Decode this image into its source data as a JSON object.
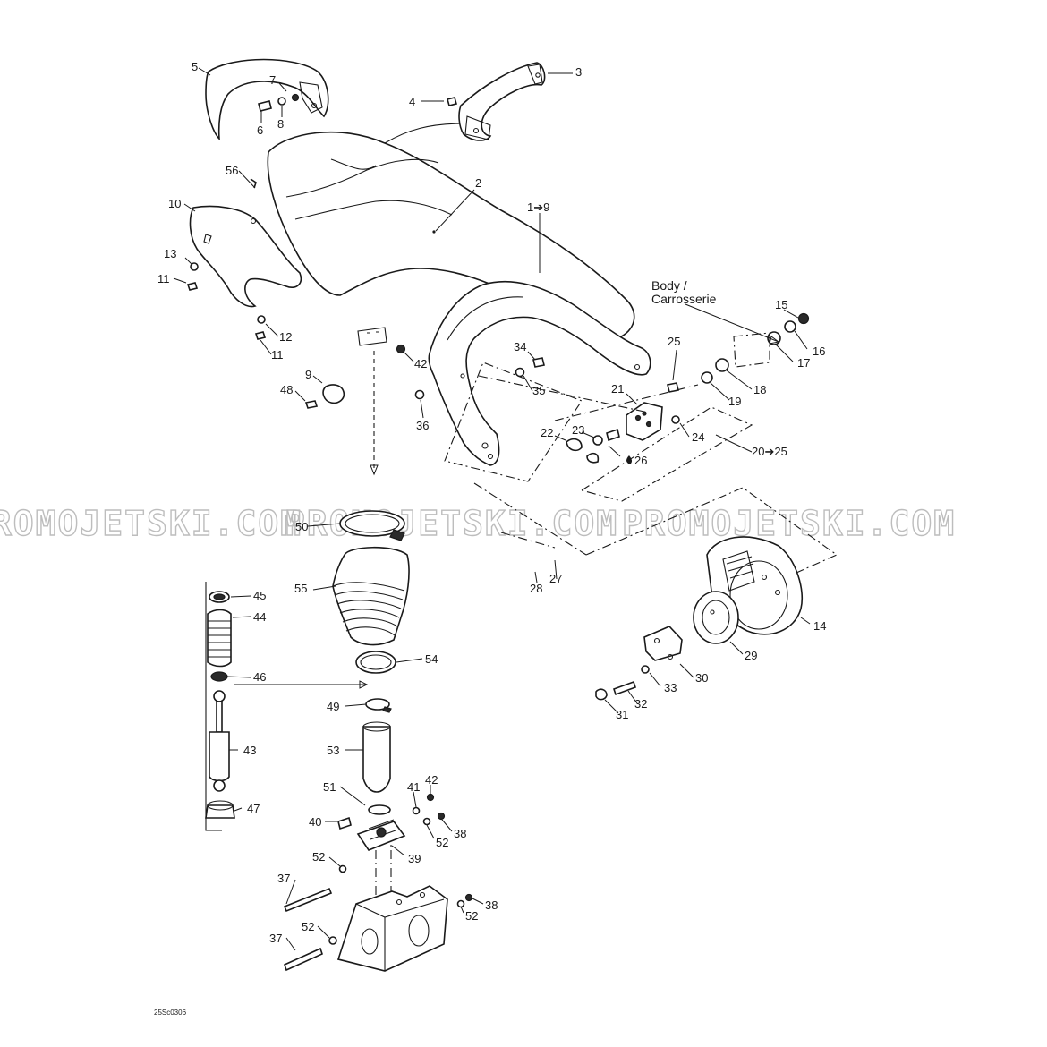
{
  "diagram": {
    "drawing_code": "25Sc0306",
    "watermark": "PROMOJETSKI.COM",
    "body_label_line1": "Body /",
    "body_label_line2": "Carrosserie",
    "part_labels": [
      {
        "key": "p5",
        "text": "5"
      },
      {
        "key": "p7",
        "text": "7"
      },
      {
        "key": "p6",
        "text": "6"
      },
      {
        "key": "p8",
        "text": "8"
      },
      {
        "key": "p4",
        "text": "4"
      },
      {
        "key": "p3",
        "text": "3"
      },
      {
        "key": "p56",
        "text": "56"
      },
      {
        "key": "p2",
        "text": "2"
      },
      {
        "key": "p1to9",
        "text": "1➔9"
      },
      {
        "key": "p10",
        "text": "10"
      },
      {
        "key": "p13",
        "text": "13"
      },
      {
        "key": "p11a",
        "text": "11"
      },
      {
        "key": "p12",
        "text": "12"
      },
      {
        "key": "p11b",
        "text": "11"
      },
      {
        "key": "p42a",
        "text": "42"
      },
      {
        "key": "p9",
        "text": "9"
      },
      {
        "key": "p48",
        "text": "48"
      },
      {
        "key": "p34",
        "text": "34"
      },
      {
        "key": "p35",
        "text": "35"
      },
      {
        "key": "p36",
        "text": "36"
      },
      {
        "key": "p25",
        "text": "25"
      },
      {
        "key": "p15",
        "text": "15"
      },
      {
        "key": "p16",
        "text": "16"
      },
      {
        "key": "p17",
        "text": "17"
      },
      {
        "key": "p18",
        "text": "18"
      },
      {
        "key": "p19",
        "text": "19"
      },
      {
        "key": "p21",
        "text": "21"
      },
      {
        "key": "p22",
        "text": "22"
      },
      {
        "key": "p23",
        "text": "23"
      },
      {
        "key": "p24",
        "text": "24"
      },
      {
        "key": "p26",
        "text": "26"
      },
      {
        "key": "p20to25",
        "text": "20➔25"
      },
      {
        "key": "p50",
        "text": "50"
      },
      {
        "key": "p28",
        "text": "28"
      },
      {
        "key": "p27",
        "text": "27"
      },
      {
        "key": "p55",
        "text": "55"
      },
      {
        "key": "p45",
        "text": "45"
      },
      {
        "key": "p44",
        "text": "44"
      },
      {
        "key": "p54",
        "text": "54"
      },
      {
        "key": "p46",
        "text": "46"
      },
      {
        "key": "p14",
        "text": "14"
      },
      {
        "key": "p29",
        "text": "29"
      },
      {
        "key": "p30",
        "text": "30"
      },
      {
        "key": "p33",
        "text": "33"
      },
      {
        "key": "p32",
        "text": "32"
      },
      {
        "key": "p31",
        "text": "31"
      },
      {
        "key": "p49",
        "text": "49"
      },
      {
        "key": "p43",
        "text": "43"
      },
      {
        "key": "p53",
        "text": "53"
      },
      {
        "key": "p51",
        "text": "51"
      },
      {
        "key": "p41",
        "text": "41"
      },
      {
        "key": "p42b",
        "text": "42"
      },
      {
        "key": "p47",
        "text": "47"
      },
      {
        "key": "p40",
        "text": "40"
      },
      {
        "key": "p38a",
        "text": "38"
      },
      {
        "key": "p52a",
        "text": "52"
      },
      {
        "key": "p39",
        "text": "39"
      },
      {
        "key": "p52b",
        "text": "52"
      },
      {
        "key": "p37a",
        "text": "37"
      },
      {
        "key": "p38b",
        "text": "38"
      },
      {
        "key": "p52c",
        "text": "52"
      },
      {
        "key": "p52d",
        "text": "52"
      },
      {
        "key": "p37b",
        "text": "37"
      }
    ]
  }
}
